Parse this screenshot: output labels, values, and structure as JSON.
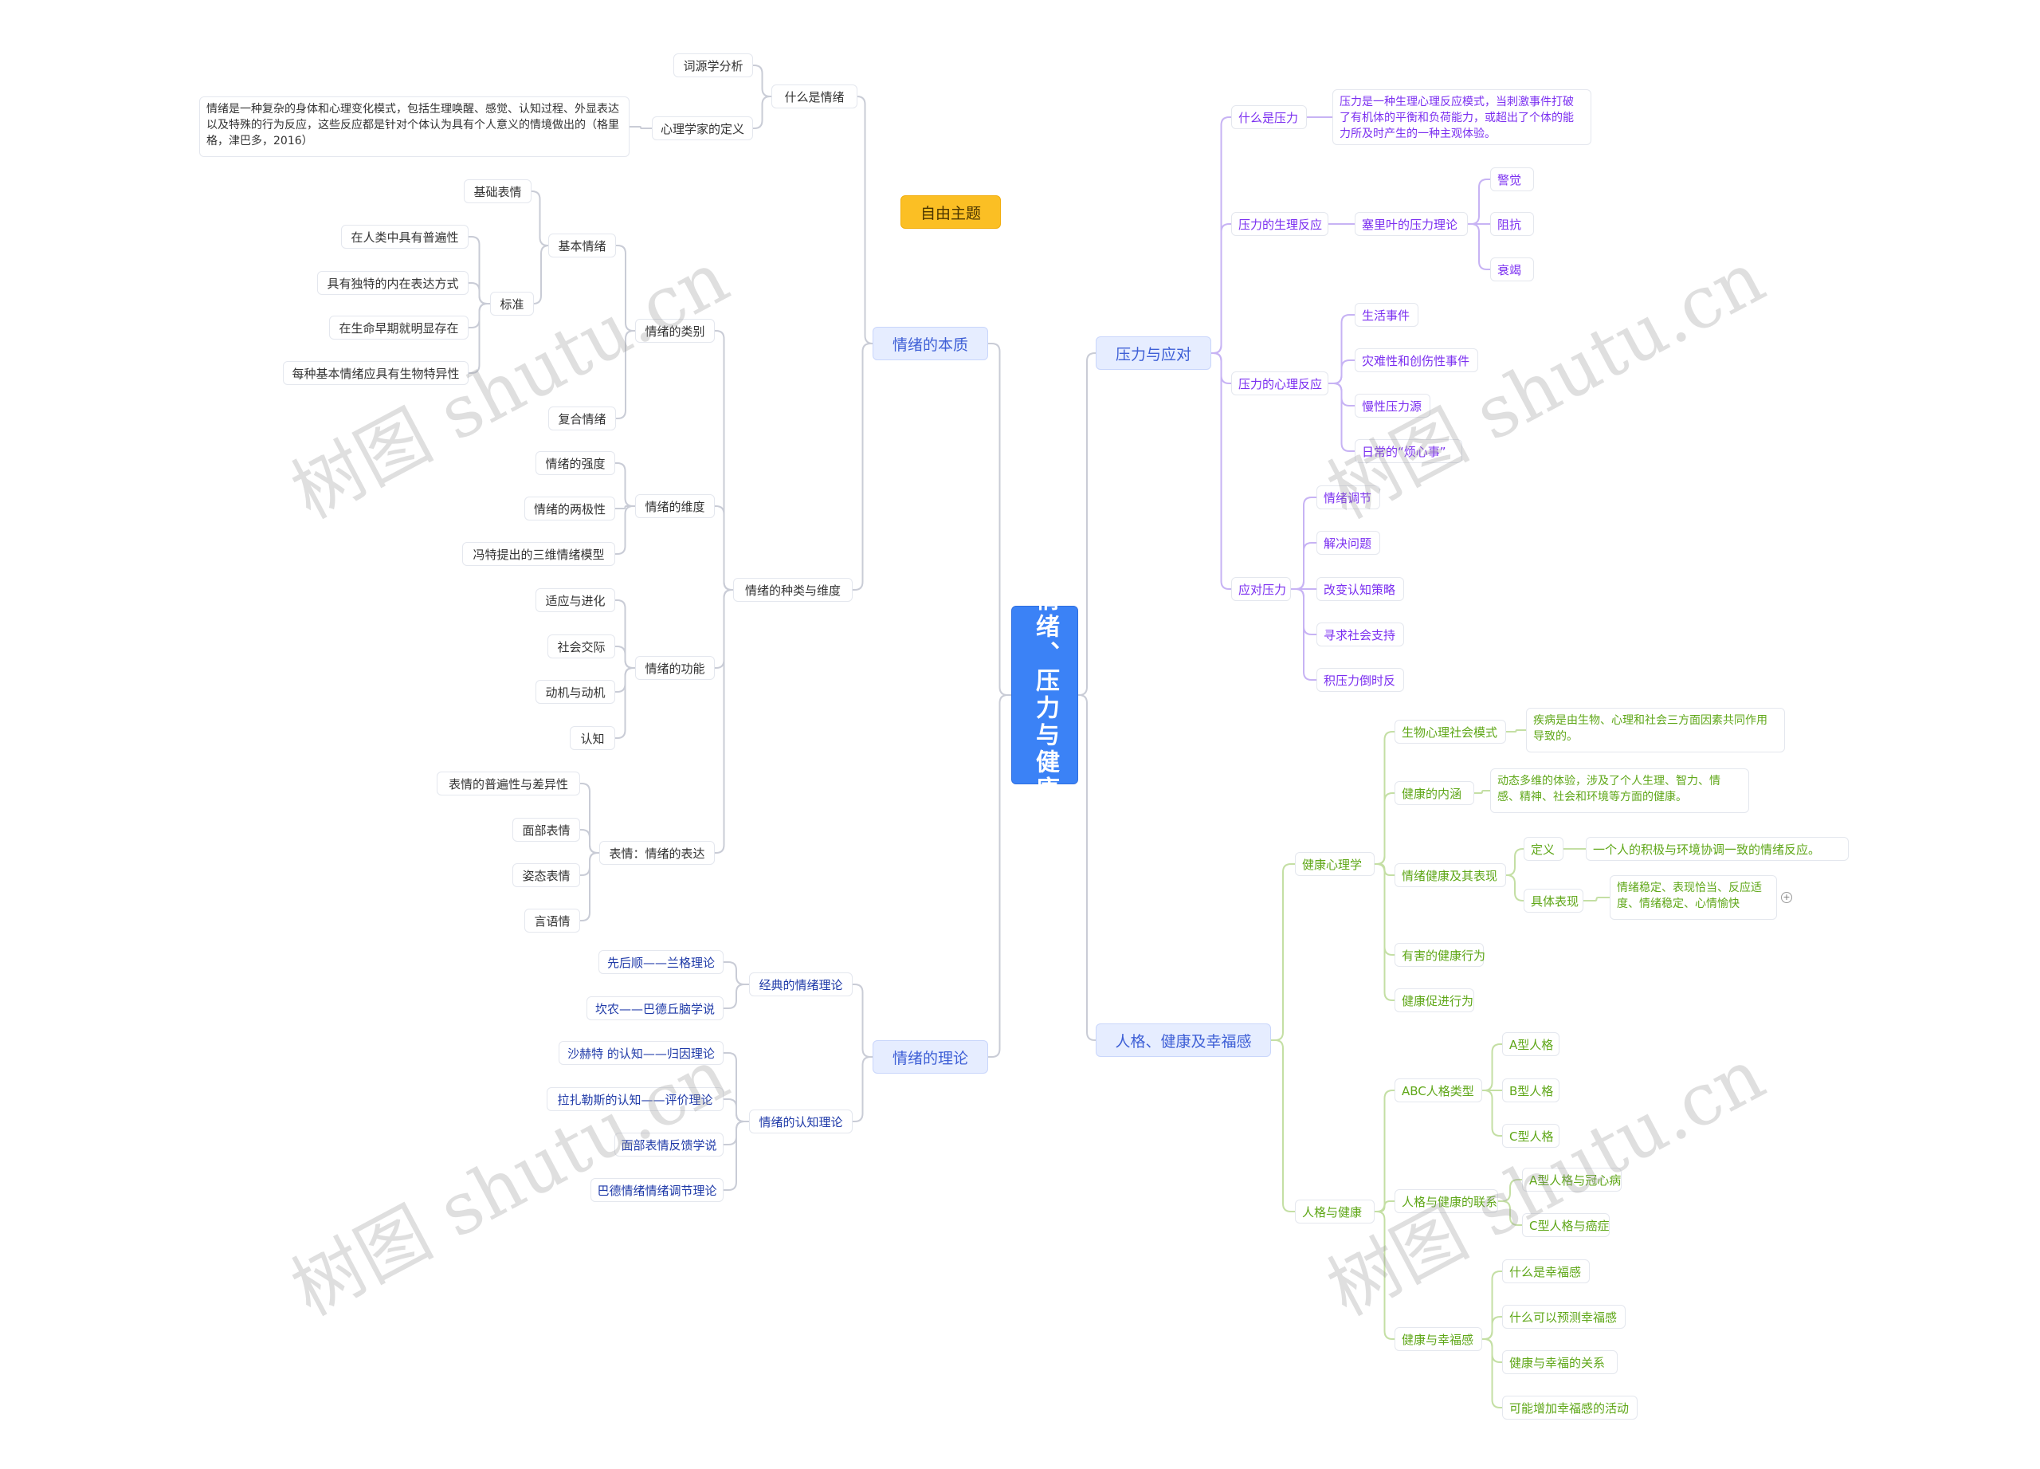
{
  "root": "情绪、压力与健康",
  "free_topic": "自由主题",
  "watermark": "树图 shutu.cn",
  "colors": {
    "root_bg": "#3b82f6",
    "l1_bg": "#e6edff",
    "free_bg": "#fbbf24",
    "black_branch": "#333333",
    "navy_branch": "#1f3aa8",
    "purple_branch": "#7b2ff0",
    "green_branch": "#5fa718",
    "link_black": "#c9ccd6",
    "link_purple": "#c7b3f4",
    "link_green": "#c4dfa4"
  },
  "left": {
    "essence": {
      "label": "情绪的本质",
      "what_is": "什么是情绪",
      "etymology": "词源学分析",
      "psych_def": "心理学家的定义",
      "definition_text": "情绪是一种复杂的身体和心理变化模式，包括生理唤醒、感觉、认知过程、外显表达以及特殊的行为反应，这些反应都是针对个体认为具有个人意义的情境做出的（格里格，津巴多，2016）",
      "types": "情绪的种类与维度",
      "category": "情绪的类别",
      "basic": "基本情绪",
      "basic_expr": "基础表情",
      "standard": "标准",
      "standard_items": [
        "在人类中具有普遍性",
        "具有独特的内在表达方式",
        "在生命早期就明显存在",
        "每种基本情绪应具有生物特异性"
      ],
      "mixed": "复合情绪",
      "dimension": "情绪的维度",
      "dimension_items": [
        "情绪的强度",
        "情绪的两极性",
        "冯特提出的三维情绪模型"
      ],
      "function": "情绪的功能",
      "function_items": [
        "适应与进化",
        "社会交际",
        "动机与动机",
        "认知"
      ],
      "expression": "表情：情绪的表达",
      "expression_items": [
        "表情的普遍性与差异性",
        "面部表情",
        "姿态表情",
        "言语情"
      ]
    },
    "theory": {
      "label": "情绪的理论",
      "classic": "经典的情绪理论",
      "classic_items": [
        "先后顺——兰格理论",
        "坎农——巴德丘脑学说"
      ],
      "cognitive": "情绪的认知理论",
      "cognitive_items": [
        "沙赫特 的认知——归因理论",
        "拉扎勒斯的认知——评价理论",
        "面部表情反馈学说",
        "巴德情绪情绪调节理论"
      ]
    }
  },
  "right": {
    "stress": {
      "label": "压力与应对",
      "what_is": "什么是压力",
      "what_is_text": "压力是一种生理心理反应模式，当刺激事件打破了有机体的平衡和负荷能力，或超出了个体的能力所及时产生的一种主观体验。",
      "physio": "压力的生理反应",
      "gas": "塞里叶的压力理论",
      "gas_items": [
        "警觉",
        "阻抗",
        "衰竭"
      ],
      "psycho": "压力的心理反应",
      "psycho_items": [
        "生活事件",
        "灾难性和创伤性事件",
        "慢性压力源",
        "日常的“烦心事”"
      ],
      "coping": "应对压力",
      "coping_items": [
        "情绪调节",
        "解决问题",
        "改变认知策略",
        "寻求社会支持",
        "积压力倒时反"
      ]
    },
    "health": {
      "label": "人格、健康及幸福感",
      "health_psy": "健康心理学",
      "bps": "生物心理社会模式",
      "bps_text": "疾病是由生物、心理和社会三方面因素共同作用导致的。",
      "meaning": "健康的内涵",
      "meaning_text": "动态多维的体验，涉及了个人生理、智力、情感、精神、社会和环境等方面的健康。",
      "emo_health": "情绪健康及其表现",
      "define": "定义",
      "define_text": "一个人的积极与环境协调一致的情绪反应。",
      "manifest": "具体表现",
      "manifest_text": "情绪稳定、表现恰当、反应适度、情绪稳定、心情愉快",
      "harmful": "有害的健康行为",
      "promote": "健康促进行为",
      "personality": "人格与健康",
      "abc": "ABC人格类型",
      "abc_items": [
        "A型人格",
        "B型人格",
        "C型人格"
      ],
      "relation": "人格与健康的联系",
      "relation_items": [
        "A型人格与冠心病",
        "C型人格与癌症"
      ],
      "happiness": "健康与幸福感",
      "happiness_items": [
        "什么是幸福感",
        "什么可以预测幸福感",
        "健康与幸福的关系",
        "可能增加幸福感的活动"
      ]
    }
  }
}
